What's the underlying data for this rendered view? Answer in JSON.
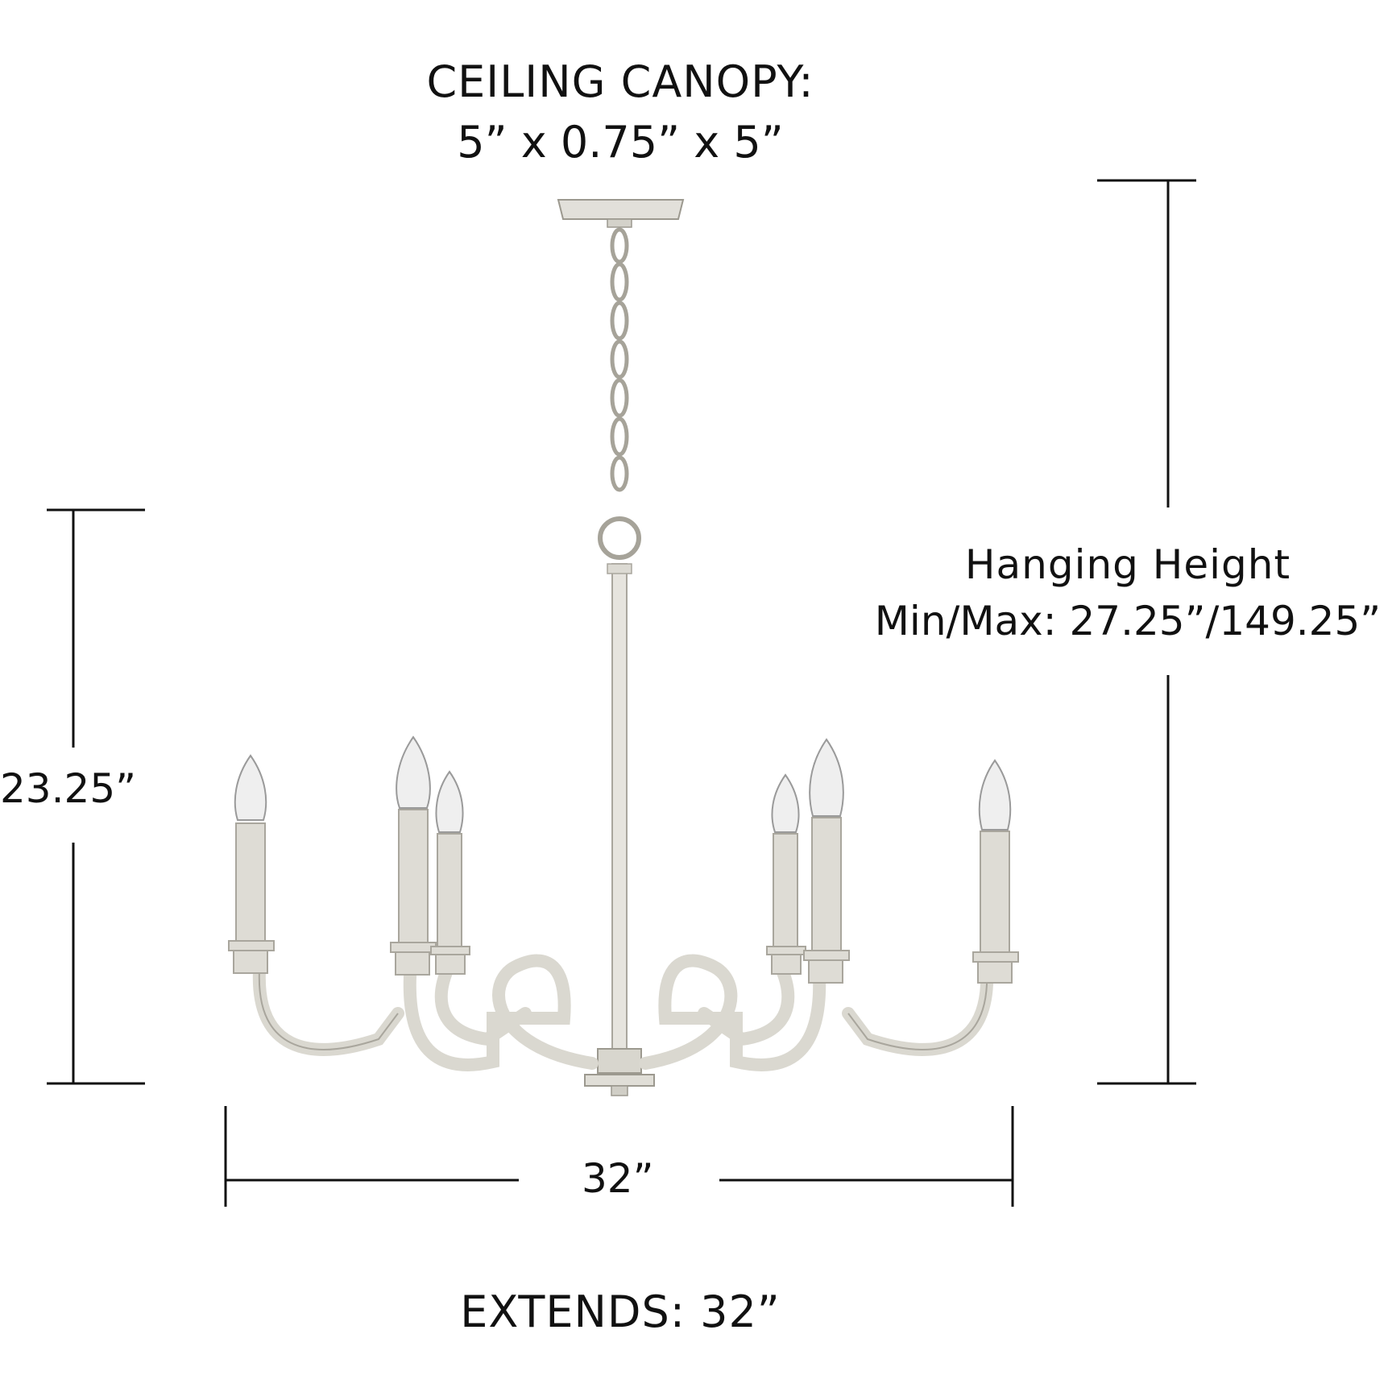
{
  "labels": {
    "canopy_title": "CEILING CANOPY:",
    "canopy_dims": "5” x 0.75” x 5”",
    "hanging_title": "Hanging Height",
    "hanging_dims": "Min/Max: 27.25”/149.25”",
    "height": "23.25”",
    "width": "32”",
    "extends": "EXTENDS: 32”"
  },
  "colors": {
    "line": "#111111",
    "metal": "#dcdad3",
    "metal_shadow": "#a9a69d",
    "bulb": "#ececec"
  }
}
